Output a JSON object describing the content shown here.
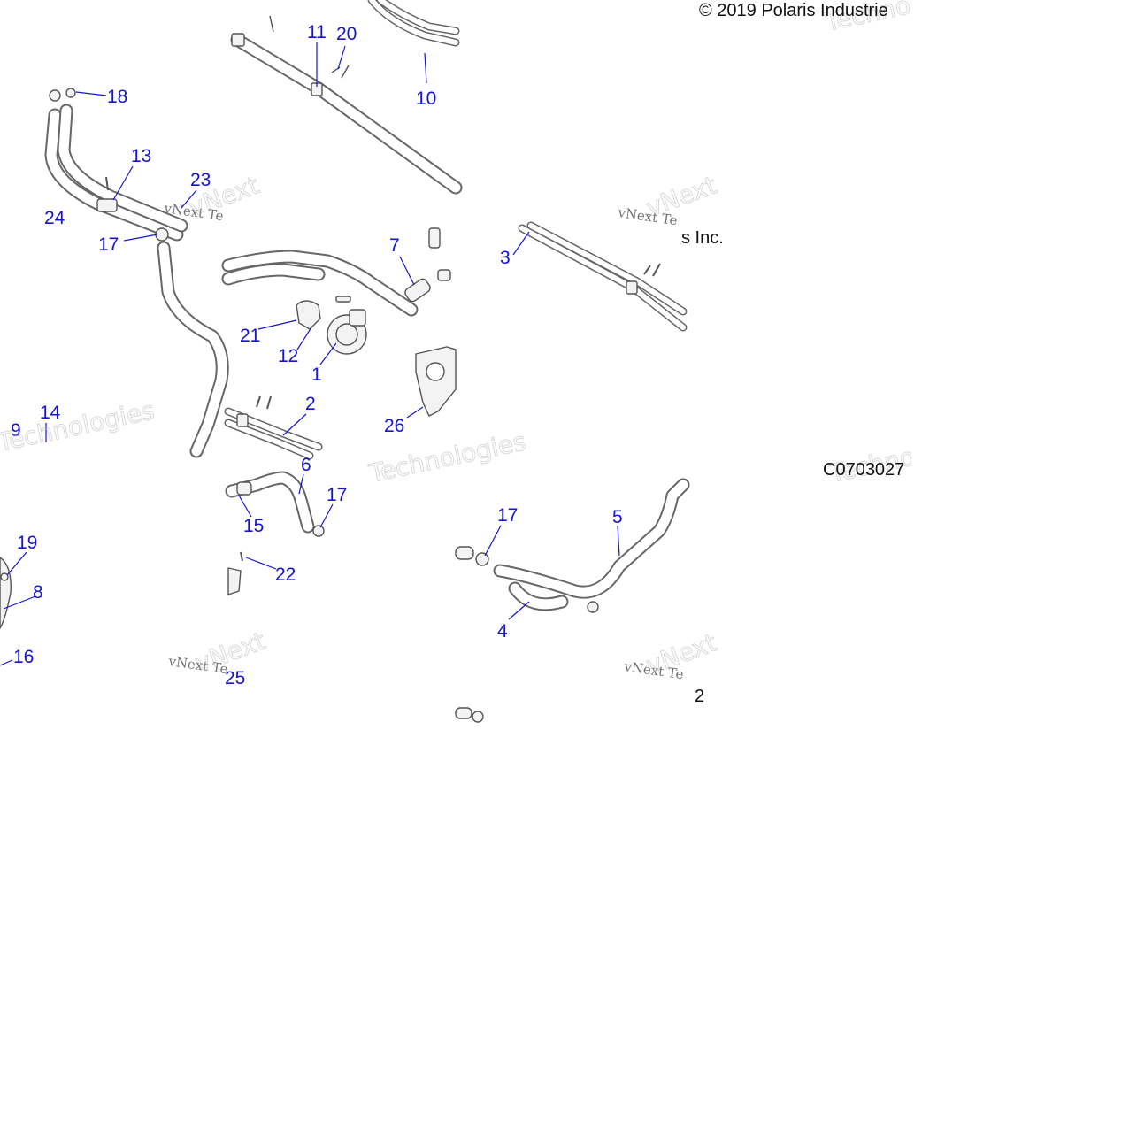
{
  "copyright": "© 2019 Polaris Industrie",
  "copyright_fragment": "s Inc.",
  "drawing_code": "C0703027",
  "page_fragment": "2",
  "watermark": {
    "brand": "vNext Te",
    "brand_sub": "Technologies",
    "logo_text": "vNext"
  },
  "callouts": [
    {
      "id": "c11",
      "label": "11"
    },
    {
      "id": "c20",
      "label": "20"
    },
    {
      "id": "c10",
      "label": "10"
    },
    {
      "id": "c18",
      "label": "18"
    },
    {
      "id": "c13",
      "label": "13"
    },
    {
      "id": "c23",
      "label": "23"
    },
    {
      "id": "c24",
      "label": "24"
    },
    {
      "id": "c17a",
      "label": "17"
    },
    {
      "id": "c7",
      "label": "7"
    },
    {
      "id": "c3",
      "label": "3"
    },
    {
      "id": "c21",
      "label": "21"
    },
    {
      "id": "c12",
      "label": "12"
    },
    {
      "id": "c1",
      "label": "1"
    },
    {
      "id": "c2",
      "label": "2"
    },
    {
      "id": "c26",
      "label": "26"
    },
    {
      "id": "c14",
      "label": "14"
    },
    {
      "id": "c9",
      "label": "9"
    },
    {
      "id": "c6",
      "label": "6"
    },
    {
      "id": "c17b",
      "label": "17"
    },
    {
      "id": "c15",
      "label": "15"
    },
    {
      "id": "c17c",
      "label": "17"
    },
    {
      "id": "c5",
      "label": "5"
    },
    {
      "id": "c19",
      "label": "19"
    },
    {
      "id": "c8",
      "label": "8"
    },
    {
      "id": "c22",
      "label": "22"
    },
    {
      "id": "c4",
      "label": "4"
    },
    {
      "id": "c16",
      "label": "16"
    },
    {
      "id": "c25",
      "label": "25"
    }
  ]
}
